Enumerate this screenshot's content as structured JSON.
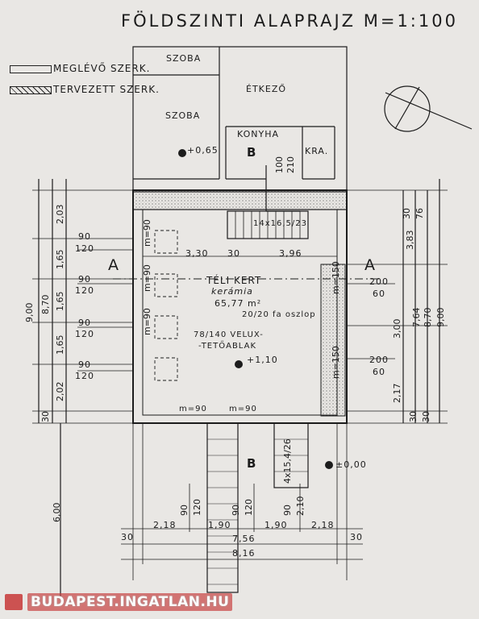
{
  "title": "FÖLDSZINTI   ALAPRAJZ   M=1:100",
  "legend": {
    "existing": "MEGLÉVŐ SZERK.",
    "planned": "TERVEZETT SZERK."
  },
  "rooms": {
    "szoba_top": "SZOBA",
    "szoba": "SZOBA",
    "etkezo": "ÉTKEZŐ",
    "konyha": "KONYHA",
    "kra": "KRA.",
    "teli_kert": "TÉLI  KERT",
    "keramia": "kerámia",
    "area": "65,77 m²"
  },
  "annotations": {
    "level_065": "+0,65",
    "level_110": "+1,10",
    "level_000": "±0,00",
    "post": "20/20 fa oszlop",
    "velux1": "78/140 VELUX-",
    "velux2": "-TETŐABLAK",
    "stair_top": "14x16,5/23",
    "stair_small": "4x15,4/26",
    "m90_left": "m=90",
    "m90_right": "m=90",
    "m150_upper": "m=150",
    "m150_lower": "m=150",
    "m90_v1": "m=90",
    "m90_v2": "m=90",
    "m90_v3": "m=90",
    "b_mark_top": "B",
    "b_mark_bottom": "B",
    "section_left": "A",
    "section_right": "A"
  },
  "dimensions": {
    "left_outer": "9,00",
    "left_mid": "8,70",
    "left_segs": [
      "2,03",
      "1,65",
      "1,65",
      "1,65",
      "2,02",
      "30"
    ],
    "left_long": "6,00",
    "right_segs": [
      "30",
      "76",
      "3,83",
      "3,00",
      "2,17",
      "30",
      "30"
    ],
    "right_764": "7,64",
    "right_870": "8,70",
    "right_900": "9,00",
    "inner_h": [
      "3,30",
      "30",
      "3,96"
    ],
    "win_90": "90",
    "win_120": "120",
    "win_200": "200",
    "win_60": "60",
    "door_100": "100",
    "door_210": "210",
    "bottom_segs": [
      "30",
      "2,18",
      "1,90",
      "1,90",
      "2,18",
      "30"
    ],
    "bottom_756": "7,56",
    "bottom_816": "8,16",
    "bottom_v": [
      "90",
      "120",
      "90",
      "120",
      "90",
      "2,10"
    ]
  },
  "watermark": "BUDAPEST.INGATLAN.HU"
}
